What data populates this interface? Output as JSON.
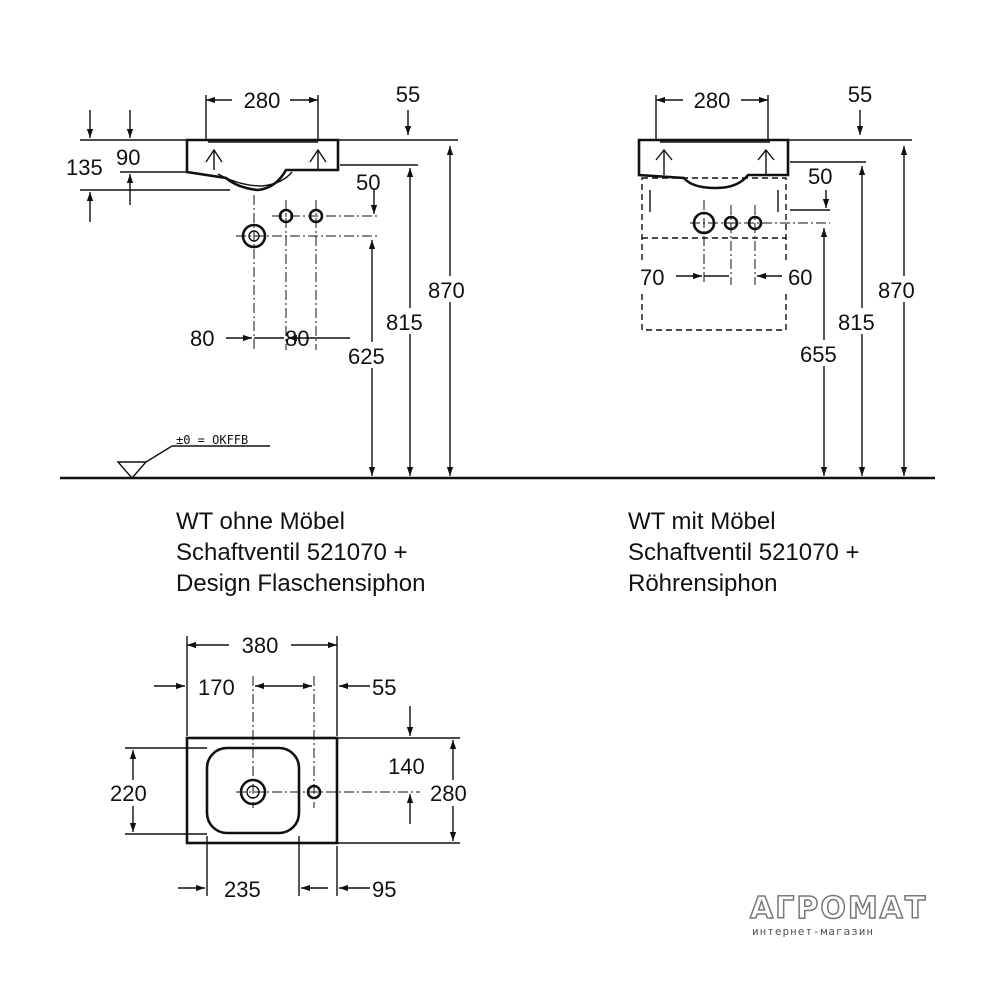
{
  "left_view": {
    "dims": {
      "width_280": "280",
      "offset_55": "55",
      "depth_135": "135",
      "depth_90": "90",
      "spacing_50": "50",
      "height_870": "870",
      "height_815": "815",
      "height_625": "625",
      "spacing_80a": "80",
      "spacing_80b": "80"
    },
    "floor_note": "±0 = OKFFB",
    "caption": [
      "WT ohne Möbel",
      "Schaftventil 521070 +",
      "Design Flaschensiphon"
    ]
  },
  "right_view": {
    "dims": {
      "width_280": "280",
      "offset_55": "55",
      "spacing_50": "50",
      "spacing_70": "70",
      "spacing_60": "60",
      "height_870": "870",
      "height_815": "815",
      "height_655": "655"
    },
    "caption": [
      "WT mit Möbel",
      "Schaftventil 521070 +",
      "Röhrensiphon"
    ]
  },
  "top_view": {
    "dims": {
      "width_380": "380",
      "dist_170": "170",
      "dist_55": "55",
      "depth_220": "220",
      "depth_140": "140",
      "depth_280": "280",
      "dist_235": "235",
      "dist_95": "95"
    }
  },
  "watermark": {
    "title": "АГРОМАТ",
    "subtitle": "интернет-магазин"
  }
}
